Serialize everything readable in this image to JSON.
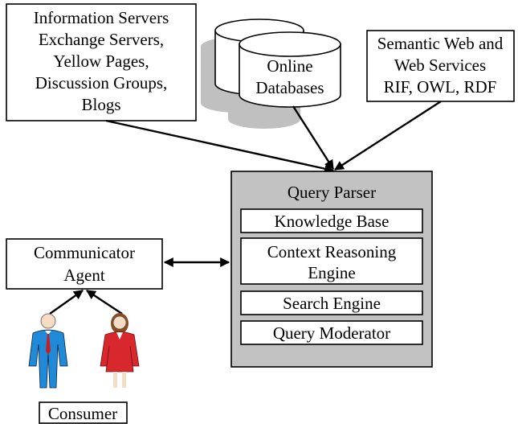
{
  "sources": {
    "info_servers": [
      "Information Servers",
      "Exchange Servers,",
      "Yellow Pages,",
      "Discussion Groups,",
      "Blogs"
    ],
    "online_db": [
      "Online",
      "Databases"
    ],
    "semantic_web": [
      "Semantic Web and",
      "Web Services",
      "RIF, OWL, RDF"
    ]
  },
  "query_parser": {
    "title": "Query Parser",
    "knowledge_base": "Knowledge Base",
    "context_reasoning": [
      "Context Reasoning",
      "Engine"
    ],
    "search_engine": "Search Engine",
    "query_moderator": "Query Moderator"
  },
  "communicator": [
    "Communicator",
    "Agent"
  ],
  "consumer": "Consumer",
  "colors": {
    "parser_fill": "#c2c2c2",
    "cylinder_shadow": "#c0c0c0",
    "male_suit": "#1e8ad8",
    "female_suit": "#d8282e",
    "tie": "#c81e1e",
    "skin": "#f6dcc4",
    "female_hair": "#8a4b1e"
  },
  "icons": [
    "male-person-icon",
    "female-person-icon",
    "database-icon"
  ]
}
